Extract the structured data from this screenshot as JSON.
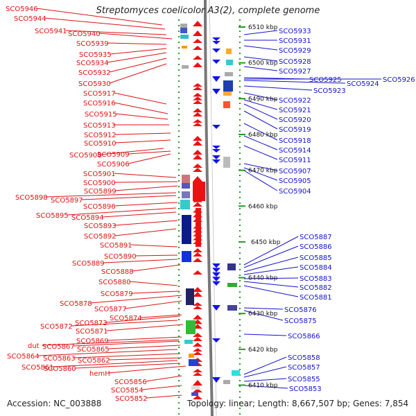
{
  "title": "Streptomyces coelicolor A3(2), complete genome",
  "footer": {
    "accession": "Accession: NC_003888",
    "summary": "Topology: linear; Length: 8,667,507 bp; Genes: 7,854"
  },
  "colors": {
    "left_labels": "#dd1111",
    "right_labels": "#1111cc",
    "scale_ticks": "#229922",
    "backbone": "#777777",
    "forward_genes": "#ee1111",
    "reverse_genes": "#1111ee"
  },
  "scale_labels": [
    {
      "text": "6510 kbp",
      "kbp": 6510
    },
    {
      "text": "6500 kbp",
      "kbp": 6500
    },
    {
      "text": "6490 kbp",
      "kbp": 6490
    },
    {
      "text": "6480 kbp",
      "kbp": 6480
    },
    {
      "text": "6470 kbp",
      "kbp": 6470
    },
    {
      "text": "6460 kbp",
      "kbp": 6460
    },
    {
      "text": "6450 kbp",
      "kbp": 6450
    },
    {
      "text": "6440 kbp",
      "kbp": 6440
    },
    {
      "text": "6430 kbp",
      "kbp": 6430
    },
    {
      "text": "6420 kbp",
      "kbp": 6420
    },
    {
      "text": "6410 kbp",
      "kbp": 6410
    }
  ],
  "left_genes": [
    {
      "label": "SCO5946"
    },
    {
      "label": "SCO5944"
    },
    {
      "label": "SCO5941"
    },
    {
      "label": "SCO5940"
    },
    {
      "label": "SCO5939"
    },
    {
      "label": "SCO5935"
    },
    {
      "label": "SCO5934"
    },
    {
      "label": "SCO5932"
    },
    {
      "label": "SCO5930"
    },
    {
      "label": "SCO5917"
    },
    {
      "label": "SCO5916"
    },
    {
      "label": "SCO5915"
    },
    {
      "label": "SCO5913"
    },
    {
      "label": "SCO5912"
    },
    {
      "label": "SCO5910"
    },
    {
      "label": "SCO5908"
    },
    {
      "label": "SCO5909"
    },
    {
      "label": "SCO5906"
    },
    {
      "label": "SCO5901"
    },
    {
      "label": "SCO5900"
    },
    {
      "label": "SCO5899"
    },
    {
      "label": "SCO5898"
    },
    {
      "label": "SCO5897"
    },
    {
      "label": "SCO5896"
    },
    {
      "label": "SCO5895"
    },
    {
      "label": "SCO5894"
    },
    {
      "label": "SCO5893"
    },
    {
      "label": "SCO5892"
    },
    {
      "label": "SCO5891"
    },
    {
      "label": "SCO5890"
    },
    {
      "label": "SCO5889"
    },
    {
      "label": "SCO5888"
    },
    {
      "label": "SCO5880"
    },
    {
      "label": "SCO5879"
    },
    {
      "label": "SCO5878"
    },
    {
      "label": "SCO5877"
    },
    {
      "label": "SCO5874"
    },
    {
      "label": "SCO5873"
    },
    {
      "label": "SCO5872"
    },
    {
      "label": "SCO5871"
    },
    {
      "label": "SCO5869"
    },
    {
      "label": "dut"
    },
    {
      "label": "SCO5867"
    },
    {
      "label": "SCO5865"
    },
    {
      "label": "SCO5864"
    },
    {
      "label": "SCO5863"
    },
    {
      "label": "SCO5862"
    },
    {
      "label": "SCO5861"
    },
    {
      "label": "SCO5860"
    },
    {
      "label": "hemH"
    },
    {
      "label": "SCO5856"
    },
    {
      "label": "SCO5854"
    },
    {
      "label": "SCO5852"
    }
  ],
  "right_genes": [
    {
      "label": "SCO5933"
    },
    {
      "label": "SCO5931"
    },
    {
      "label": "SCO5929"
    },
    {
      "label": "SCO5928"
    },
    {
      "label": "SCO5927"
    },
    {
      "label": "SCO5926"
    },
    {
      "label": "SCO5925"
    },
    {
      "label": "SCO5924"
    },
    {
      "label": "SCO5923"
    },
    {
      "label": "SCO5922"
    },
    {
      "label": "SCO5921"
    },
    {
      "label": "SCO5920"
    },
    {
      "label": "SCO5919"
    },
    {
      "label": "SCO5918"
    },
    {
      "label": "SCO5914"
    },
    {
      "label": "SCO5911"
    },
    {
      "label": "SCO5907"
    },
    {
      "label": "SCO5905"
    },
    {
      "label": "SCO5904"
    },
    {
      "label": "SCO5887"
    },
    {
      "label": "SCO5886"
    },
    {
      "label": "SCO5885"
    },
    {
      "label": "SCO5884"
    },
    {
      "label": "SCO5883"
    },
    {
      "label": "SCO5882"
    },
    {
      "label": "SCO5881"
    },
    {
      "label": "SCO5876"
    },
    {
      "label": "SCO5875"
    },
    {
      "label": "SCO5866"
    },
    {
      "label": "SCO5858"
    },
    {
      "label": "SCO5857"
    },
    {
      "label": "SCO5855"
    },
    {
      "label": "SCO5853"
    }
  ]
}
